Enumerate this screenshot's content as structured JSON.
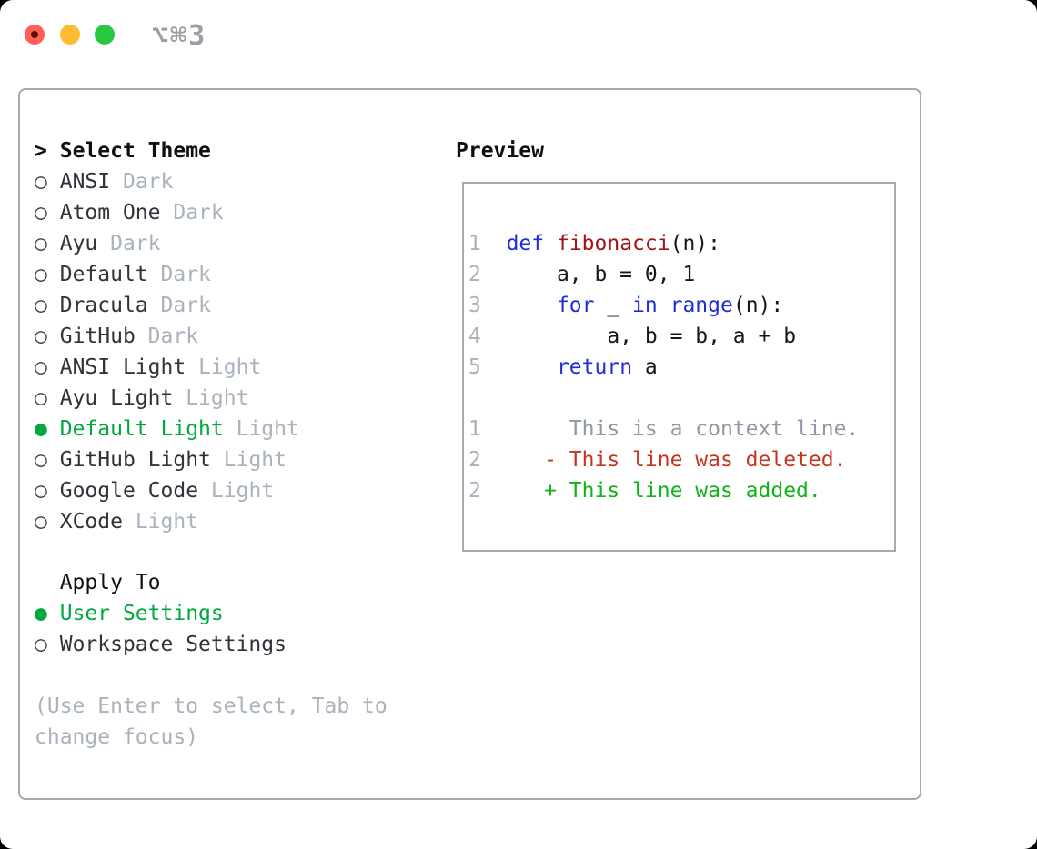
{
  "titlebar": {
    "shortcut": "⌥⌘3"
  },
  "theme_panel": {
    "header_marker": ">",
    "header": "Select Theme",
    "themes": [
      {
        "name": "ANSI",
        "tag": "Dark",
        "selected": false
      },
      {
        "name": "Atom One",
        "tag": "Dark",
        "selected": false
      },
      {
        "name": "Ayu",
        "tag": "Dark",
        "selected": false
      },
      {
        "name": "Default",
        "tag": "Dark",
        "selected": false
      },
      {
        "name": "Dracula",
        "tag": "Dark",
        "selected": false
      },
      {
        "name": "GitHub",
        "tag": "Dark",
        "selected": false
      },
      {
        "name": "ANSI Light",
        "tag": "Light",
        "selected": false
      },
      {
        "name": "Ayu Light",
        "tag": "Light",
        "selected": false
      },
      {
        "name": "Default Light",
        "tag": "Light",
        "selected": true
      },
      {
        "name": "GitHub Light",
        "tag": "Light",
        "selected": false
      },
      {
        "name": "Google Code",
        "tag": "Light",
        "selected": false
      },
      {
        "name": "XCode",
        "tag": "Light",
        "selected": false
      }
    ],
    "apply_to": {
      "header": "Apply To",
      "options": [
        {
          "name": "User Settings",
          "selected": true
        },
        {
          "name": "Workspace Settings",
          "selected": false
        }
      ]
    },
    "hint": "(Use Enter to select, Tab to change focus)"
  },
  "preview": {
    "title": "Preview",
    "code_lines": [
      {
        "num": "1",
        "tokens": [
          [
            "  ",
            "code"
          ],
          [
            "def",
            "kw"
          ],
          [
            " ",
            "code"
          ],
          [
            "fibonacci",
            "fn"
          ],
          [
            "(n):",
            "code"
          ]
        ]
      },
      {
        "num": "2",
        "tokens": [
          [
            "      a, b = 0, 1",
            "code"
          ]
        ]
      },
      {
        "num": "3",
        "tokens": [
          [
            "      ",
            "code"
          ],
          [
            "for",
            "kw"
          ],
          [
            " _ ",
            "code"
          ],
          [
            "in",
            "kw"
          ],
          [
            " ",
            "code"
          ],
          [
            "range",
            "kw"
          ],
          [
            "(n):",
            "code"
          ]
        ]
      },
      {
        "num": "4",
        "tokens": [
          [
            "          a, b = b, a + b",
            "code"
          ]
        ]
      },
      {
        "num": "5",
        "tokens": [
          [
            "      ",
            "code"
          ],
          [
            "return",
            "kw"
          ],
          [
            " a",
            "code"
          ]
        ]
      }
    ],
    "diff_lines": [
      {
        "num": "1",
        "tokens": [
          [
            "       This is a context line.",
            "ctx"
          ]
        ]
      },
      {
        "num": "2",
        "tokens": [
          [
            "     ",
            "code"
          ],
          [
            "- This line was deleted.",
            "del"
          ]
        ]
      },
      {
        "num": "2",
        "tokens": [
          [
            "     ",
            "code"
          ],
          [
            "+ This line was added.",
            "add"
          ]
        ]
      }
    ]
  },
  "markers": {
    "radio_unselected": "○",
    "radio_selected": "●"
  },
  "colors": {
    "accent_green": "#00a83e",
    "keyword_blue": "#1f2dd8",
    "function_red": "#a31515",
    "deleted_red": "#c4371f",
    "added_green": "#12b318",
    "muted_gray": "#a9b2bd",
    "context_gray": "#8f98a2",
    "text_dark": "#2f343a",
    "marker_dark": "#3c4147",
    "heading_black": "#0e1114",
    "code_black": "#15181c",
    "border_gray": "#a3aab2",
    "shortcut_gray": "#9aa0a6",
    "traffic_red": "#ff5f57",
    "traffic_red_dot": "#5c0f0d",
    "traffic_yellow": "#febc2e",
    "traffic_green": "#28c840"
  }
}
